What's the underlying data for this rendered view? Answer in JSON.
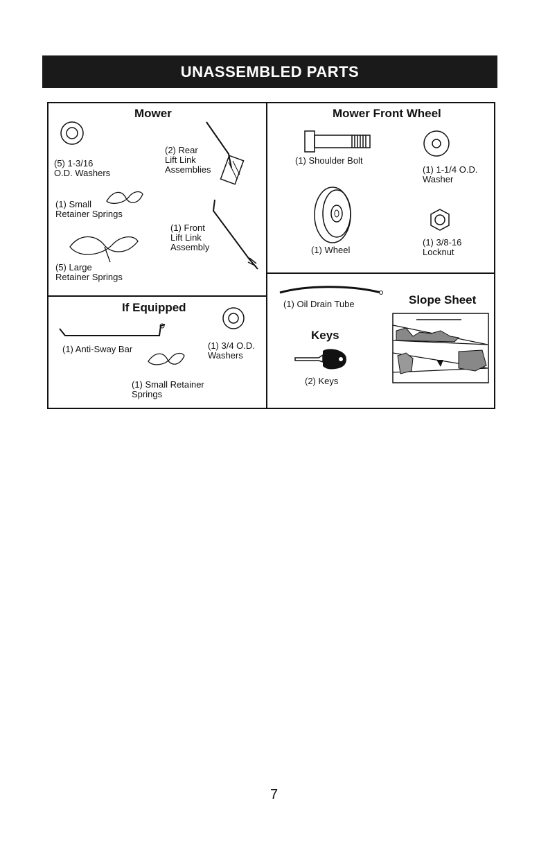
{
  "title": "UNASSEMBLED PARTS",
  "page_number": "7",
  "mower": {
    "heading": "Mower",
    "washers": [
      "(5) 1-3/16",
      "O.D. Washers"
    ],
    "rear_lift_link": [
      "(2) Rear",
      "Lift Link",
      "Assemblies"
    ],
    "small_springs": [
      "(1) Small",
      "Retainer Springs"
    ],
    "front_lift_link": [
      "(1) Front",
      "Lift Link",
      "Assembly"
    ],
    "large_springs": [
      "(5) Large",
      "Retainer Springs"
    ]
  },
  "if_equipped": {
    "heading": "If Equipped",
    "anti_sway": "(1) Anti-Sway Bar",
    "washers": [
      "(1) 3/4 O.D.",
      "Washers"
    ],
    "small_spring": [
      "(1) Small Retainer",
      "Springs"
    ]
  },
  "front_wheel": {
    "heading": "Mower Front Wheel",
    "shoulder_bolt": "(1) Shoulder Bolt",
    "washer": [
      "(1) 1-1/4 O.D.",
      "Washer"
    ],
    "wheel": "(1) Wheel",
    "locknut": [
      "(1) 3/8-16",
      "Locknut"
    ]
  },
  "misc": {
    "oil_tube": "(1) Oil Drain Tube",
    "keys_heading": "Keys",
    "keys": "(2) Keys",
    "slope_heading": "Slope Sheet"
  }
}
